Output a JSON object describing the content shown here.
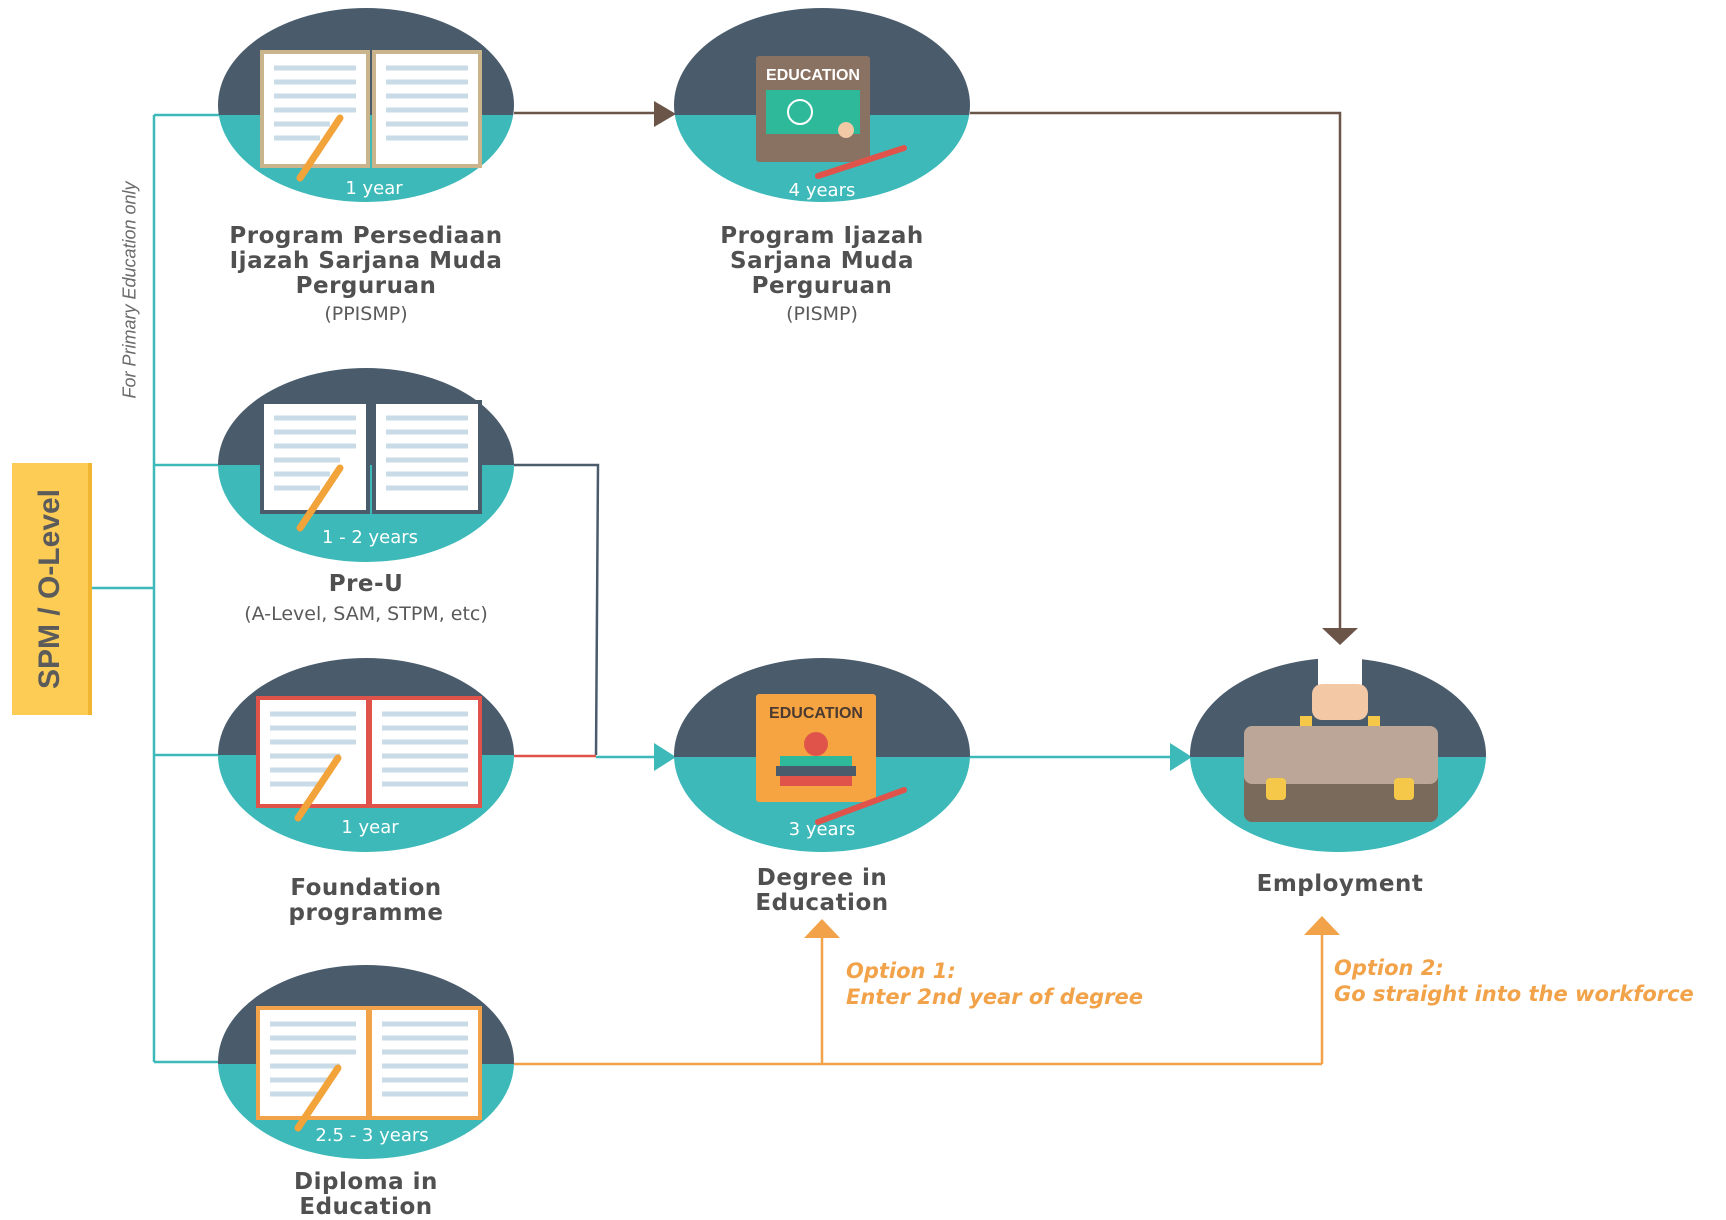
{
  "root": {
    "label": "SPM / O-Level"
  },
  "side_note": "For Primary Education only",
  "nodes": {
    "ppismp": {
      "duration": "1 year",
      "title_lines": [
        "Program Persediaan",
        "Ijazah Sarjana Muda",
        "Perguruan"
      ],
      "subtitle": "(PPISMP)",
      "icon": "open-book-icon"
    },
    "pismp": {
      "duration": "4 years",
      "title_lines": [
        "Program Ijazah",
        "Sarjana Muda",
        "Perguruan"
      ],
      "subtitle": "(PISMP)",
      "icon": "education-book-icon",
      "book_label": "EDUCATION"
    },
    "preu": {
      "duration": "1 - 2 years",
      "title_lines": [
        "Pre-U"
      ],
      "subtitle": "(A-Level, SAM, STPM, etc)",
      "icon": "open-book-icon"
    },
    "foundation": {
      "duration": "1 year",
      "title_lines": [
        "Foundation",
        "programme"
      ],
      "subtitle": "",
      "icon": "open-book-icon"
    },
    "degree": {
      "duration": "3 years",
      "title_lines": [
        "Degree in",
        "Education"
      ],
      "subtitle": "",
      "icon": "education-book-icon",
      "book_label": "EDUCATION"
    },
    "diploma": {
      "duration": "2.5 - 3 years",
      "title_lines": [
        "Diploma in",
        "Education"
      ],
      "subtitle": "",
      "icon": "open-book-icon"
    },
    "employment": {
      "title_lines": [
        "Employment"
      ],
      "icon": "briefcase-icon"
    }
  },
  "options": {
    "option1": {
      "label": "Option 1:",
      "text": "Enter 2nd year of degree"
    },
    "option2": {
      "label": "Option 2:",
      "text": "Go straight into the workforce"
    }
  },
  "colors": {
    "circle_top": "#4a5b6c",
    "circle_bottom": "#3cb9b8",
    "teal_line": "#3cb9b8",
    "brown_line": "#6b5548",
    "slate_line": "#4a5b6c",
    "red_line": "#e0534a",
    "orange_line": "#f2a34a",
    "spm_box": "#fccc55"
  }
}
